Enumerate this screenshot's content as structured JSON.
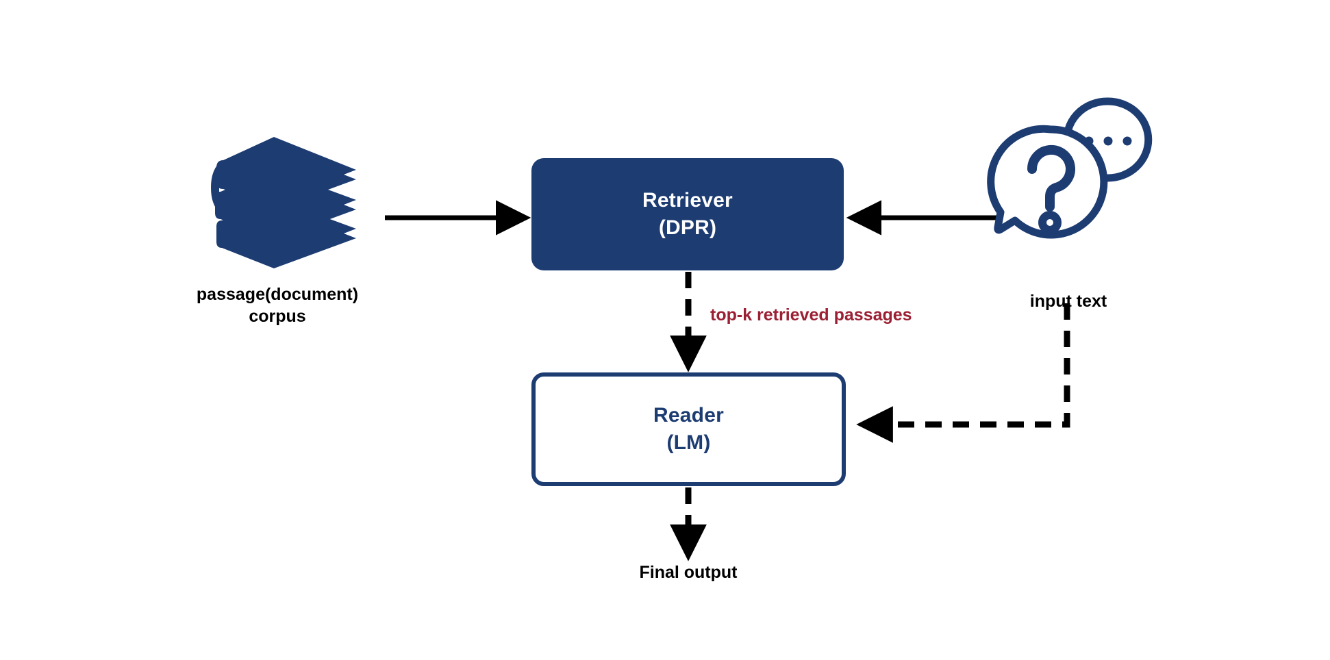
{
  "diagram": {
    "title": "Retrieval-Augmented Generation pipeline",
    "background_color": "#ffffff",
    "colors": {
      "navy": "#1d3c72",
      "dark_red": "#9b2033",
      "black": "#000000",
      "white": "#ffffff"
    },
    "nodes": [
      {
        "id": "retriever",
        "line1": "Retriever",
        "line2": "(DPR)",
        "style": "filled",
        "fill": "#1d3c72",
        "text_color": "#ffffff"
      },
      {
        "id": "reader",
        "line1": "Reader",
        "line2": "(LM)",
        "style": "outlined",
        "fill": "#ffffff",
        "border_color": "#1d3c72",
        "text_color": "#1d3c72"
      }
    ],
    "labels": {
      "corpus": "passage(document)\ncorpus",
      "input_text": "input text",
      "final_output": "Final output",
      "topk": "top-k retrieved passages"
    },
    "icons": {
      "books": "book-stack-icon",
      "question": "question-speech-bubble-icon"
    },
    "edges": [
      {
        "id": "corpus-to-retriever",
        "from": "passage(document) corpus",
        "to": "Retriever (DPR)",
        "style": "solid",
        "direction": "right",
        "color": "#000000"
      },
      {
        "id": "input-to-retriever",
        "from": "input text",
        "to": "Retriever (DPR)",
        "style": "solid",
        "direction": "left",
        "color": "#000000"
      },
      {
        "id": "retriever-to-reader",
        "from": "Retriever (DPR)",
        "to": "Reader (LM)",
        "style": "dashed",
        "direction": "down",
        "color": "#000000",
        "label": "top-k retrieved passages"
      },
      {
        "id": "input-to-reader",
        "from": "input text",
        "to": "Reader (LM)",
        "style": "dashed",
        "direction": "down-then-left",
        "color": "#000000"
      },
      {
        "id": "reader-to-output",
        "from": "Reader (LM)",
        "to": "Final output",
        "style": "dashed",
        "direction": "down",
        "color": "#000000"
      }
    ]
  }
}
